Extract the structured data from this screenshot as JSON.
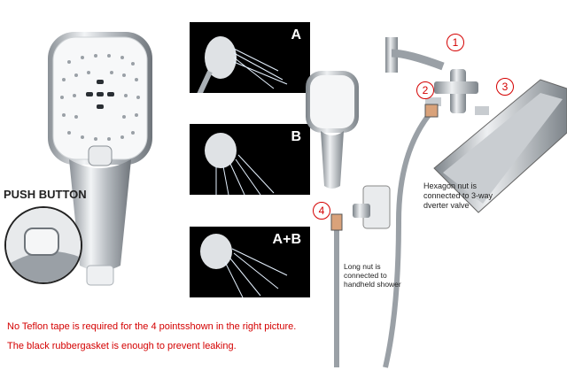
{
  "labels": {
    "push_button": "PUSH BUTTON",
    "panel_a": "A",
    "panel_b": "B",
    "panel_ab": "A+B",
    "hexagon_note": "Hexagon nut is connected to 3-way dverter valve",
    "long_nut_note": "Long nut is connected to handheld shower",
    "note_line1": "No Teflon tape is required for the 4 pointsshown in the right picture.",
    "note_line2": "The black rubbergasket is enough to prevent leaking."
  },
  "numbers": [
    "1",
    "2",
    "3",
    "4"
  ],
  "colors": {
    "accent_red": "#d40000",
    "panel_bg": "#000000",
    "chrome": "#c8ccd0"
  },
  "icons": [
    "showerhead-icon",
    "arm-icon",
    "diverter-icon",
    "hose-icon",
    "holder-icon",
    "rain-head-icon"
  ]
}
